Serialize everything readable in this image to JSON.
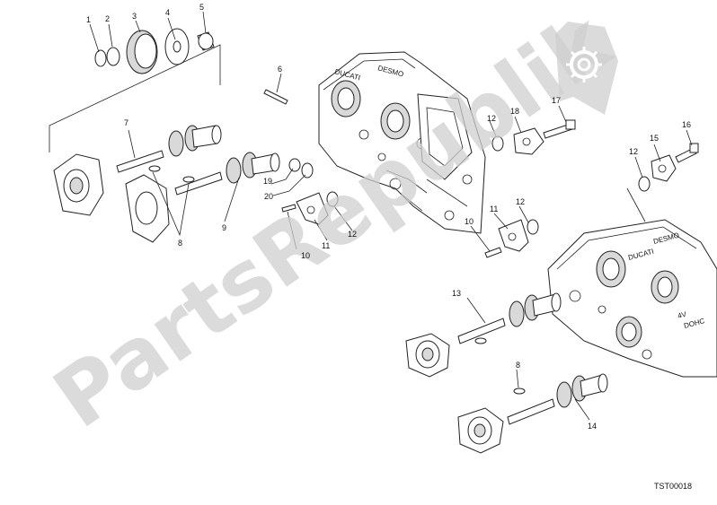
{
  "watermark": {
    "text": "PartsRepublik",
    "color": "#bdbdbd"
  },
  "diagram_code": "TST00018",
  "callouts": [
    "1",
    "2",
    "3",
    "4",
    "5",
    "6",
    "7",
    "8",
    "9",
    "10",
    "11",
    "12",
    "13",
    "14",
    "15",
    "16",
    "17",
    "18",
    "19",
    "20"
  ],
  "callout_extra": {
    "c8b": "8",
    "c10b": "10",
    "c11b": "11",
    "c12b": "12",
    "c12c": "12",
    "c12d": "12"
  },
  "engraving": {
    "rear_head_a": "DUCATI",
    "rear_head_b": "DESMO",
    "front_head_a": "DUCATI",
    "front_head_b": "DESMO",
    "front_head_c": "4V",
    "front_head_d": "DOHC"
  }
}
